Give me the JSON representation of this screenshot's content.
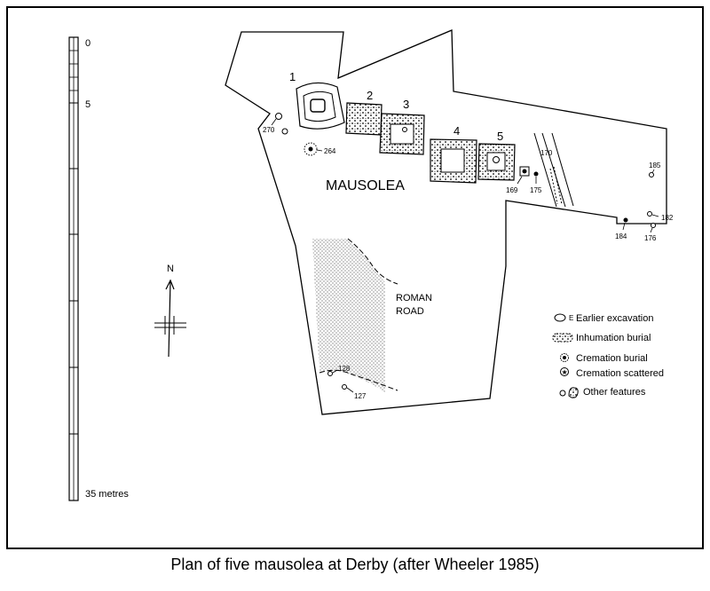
{
  "caption": "Plan of five mausolea at Derby (after Wheeler 1985)",
  "site_label": "MAUSOLEA",
  "road_label_1": "ROMAN",
  "road_label_2": "ROAD",
  "north_label": "N",
  "scale": {
    "top": "0",
    "mid": "5",
    "bottom": "35 metres"
  },
  "mausolea": [
    "1",
    "2",
    "3",
    "4",
    "5"
  ],
  "features": {
    "f270": "270",
    "f264": "264",
    "f169": "169",
    "f175": "175",
    "f170": "170",
    "f185": "185",
    "f182": "182",
    "f184": "184",
    "f176": "176",
    "f128": "128",
    "f127": "127"
  },
  "legend": {
    "earlier_mark": "E",
    "earlier": "Earlier excavation",
    "inhumation": "Inhumation burial",
    "cremation": "Cremation burial",
    "cremation_scattered": "Cremation scattered",
    "other": "Other features"
  }
}
